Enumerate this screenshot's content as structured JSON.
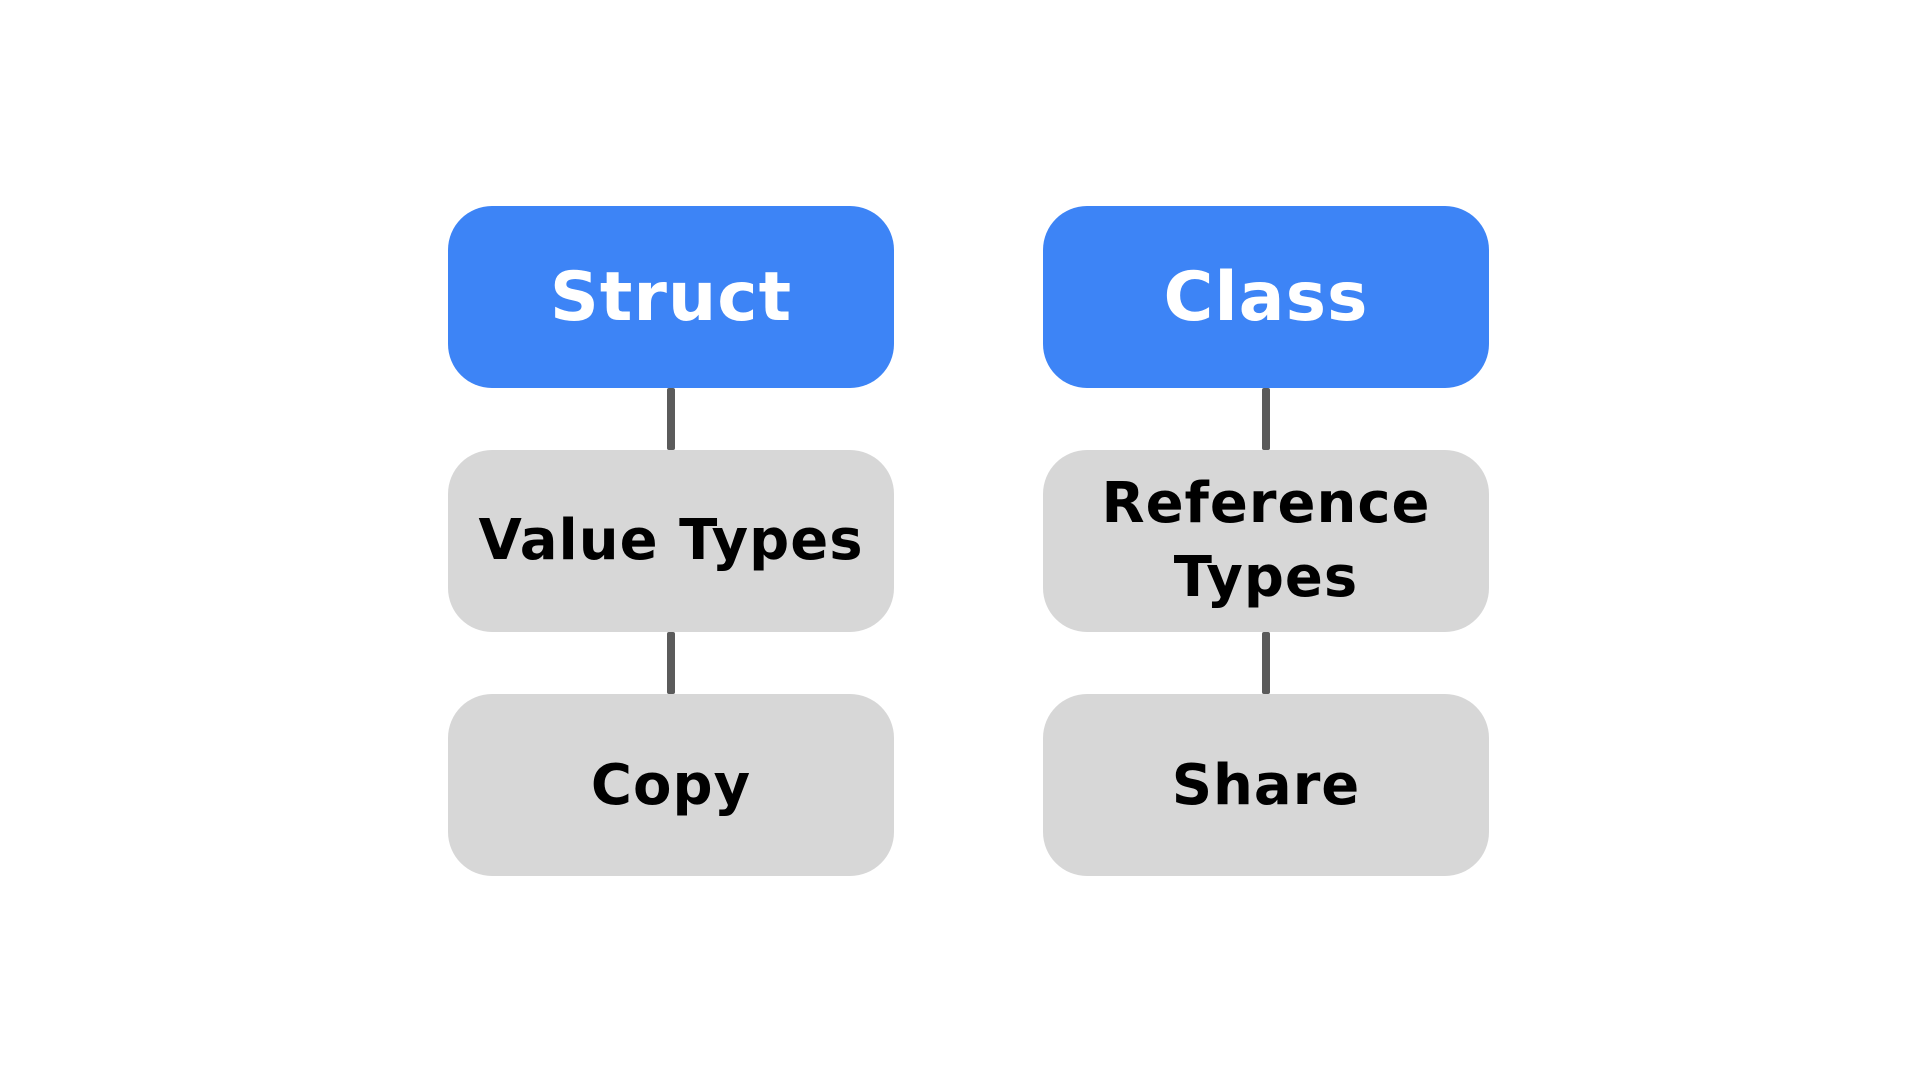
{
  "diagram": {
    "columns": [
      {
        "header": "Struct",
        "middle": "Value Types",
        "bottom": "Copy"
      },
      {
        "header": "Class",
        "middle": "Reference Types",
        "bottom": "Share"
      }
    ],
    "colors": {
      "header_background": "#3d84f6",
      "header_text": "#ffffff",
      "node_background": "#d7d7d7",
      "node_text": "#000000",
      "connector": "#5b5b5b",
      "page_background": "#ffffff"
    }
  }
}
